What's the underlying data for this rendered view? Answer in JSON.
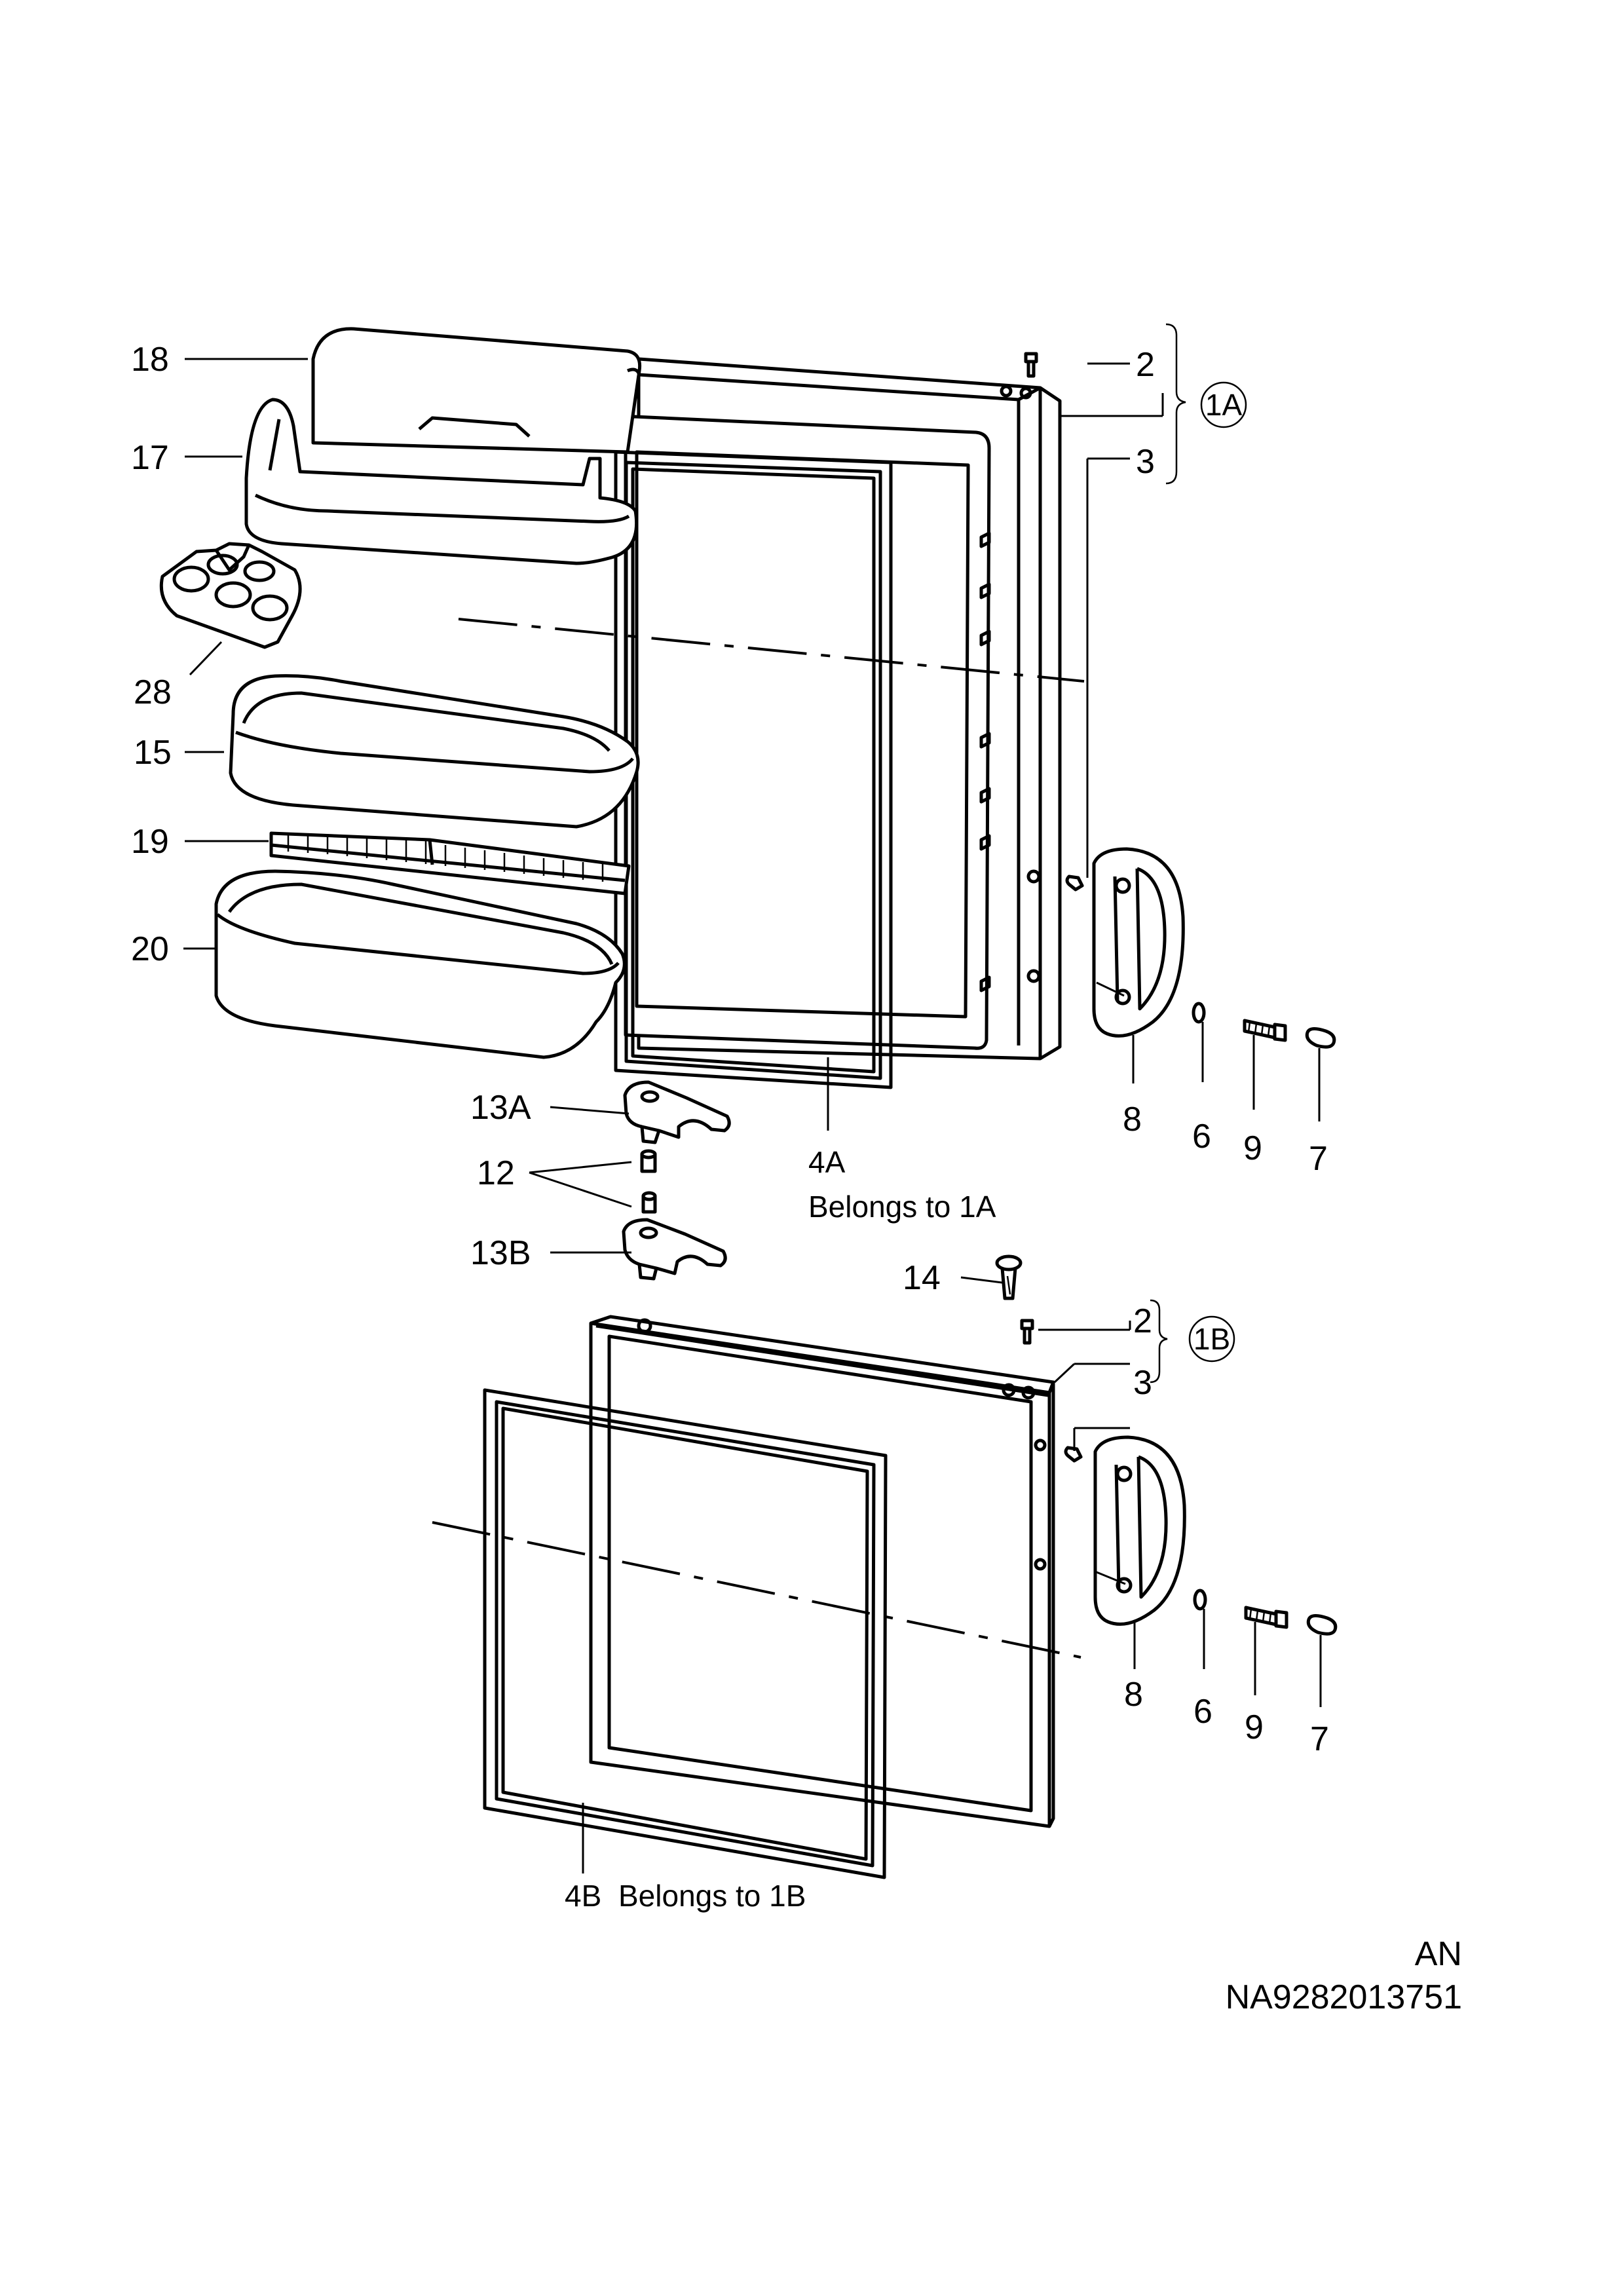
{
  "labels": {
    "p18": "18",
    "p17": "17",
    "p28": "28",
    "p15": "15",
    "p19": "19",
    "p20": "20",
    "p2a": "2",
    "p3a": "3",
    "g1a": "1A",
    "p13a": "13A",
    "p12": "12",
    "p13b": "13B",
    "p4a": "4A",
    "p4a_note": "Belongs to 1A",
    "p8a": "8",
    "p6a": "6",
    "p9a": "9",
    "p7a": "7",
    "p14": "14",
    "p2b": "2",
    "p3b": "3",
    "g1b": "1B",
    "p8b": "8",
    "p6b": "6",
    "p9b": "9",
    "p7b": "7",
    "p4b": "4B",
    "p4b_note": "Belongs to 1B"
  },
  "footer": {
    "code": "AN",
    "number": "NA9282013751"
  }
}
